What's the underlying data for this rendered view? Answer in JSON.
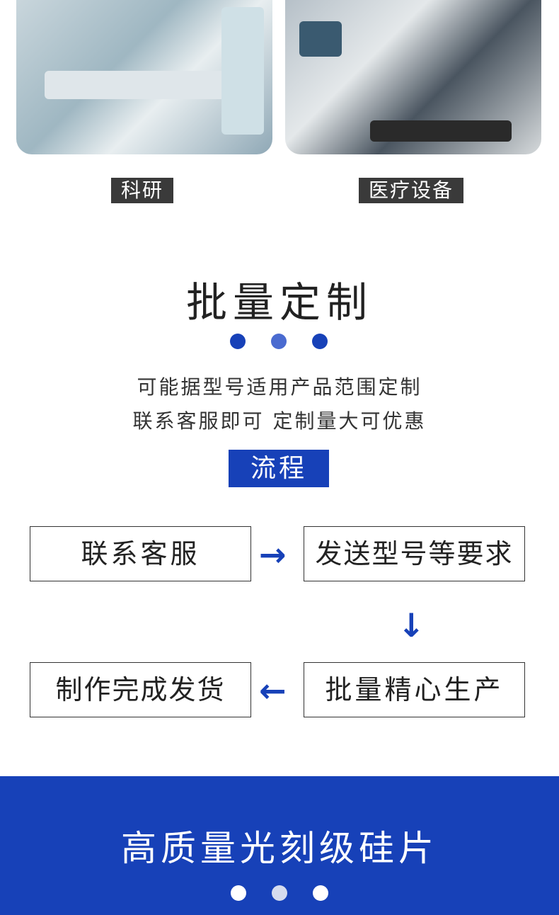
{
  "applications": [
    {
      "label": "科研",
      "image": "laboratory-photo"
    },
    {
      "label": "医疗设备",
      "image": "operating-room-photo"
    }
  ],
  "custom": {
    "title": "批量定制",
    "desc_lines": [
      "可能据型号适用产品范围定制",
      "联系客服即可 定制量大可优惠"
    ],
    "process_label": "流程"
  },
  "steps": [
    "联系客服",
    "发送型号等要求",
    "批量精心生产",
    "制作完成发货"
  ],
  "arrows": {
    "right": "→",
    "down": "↓",
    "left": "←"
  },
  "footer": {
    "title": "高质量光刻级硅片"
  },
  "colors": {
    "accent": "#1741b8",
    "dot_mid": "#4a6bd0",
    "caption_bg": "#3a3a3a"
  }
}
